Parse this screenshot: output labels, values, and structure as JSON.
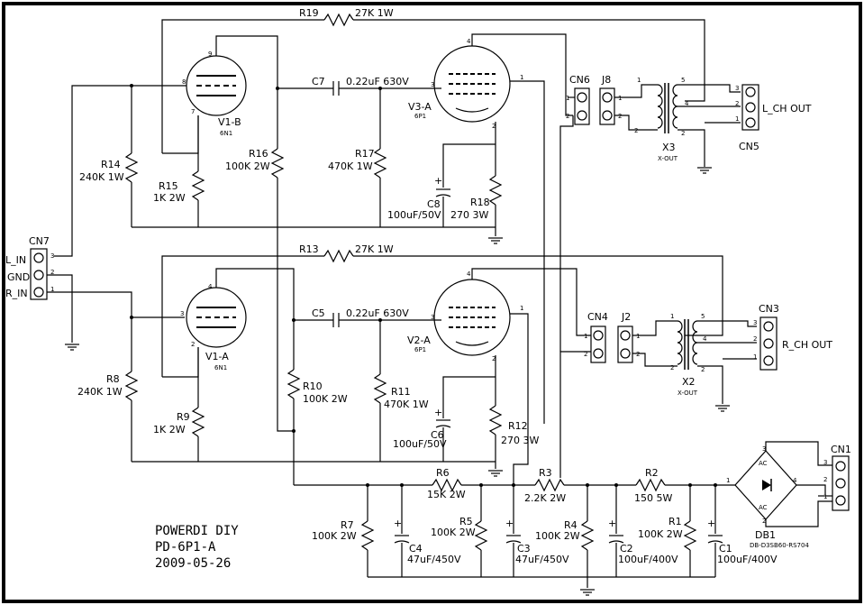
{
  "title_block": {
    "line1": "POWERDI DIY",
    "line2": "PD-6P1-A",
    "line3": "2009-05-26"
  },
  "inputs": {
    "connector": "CN7",
    "l_in": "L_IN",
    "gnd": "GND",
    "r_in": "R_IN",
    "pin3": "3",
    "pin2": "2",
    "pin1": "1"
  },
  "tubes": {
    "v1b": {
      "name": "V1-B",
      "type": "6N1",
      "p9": "9",
      "p8": "8",
      "p7": "7"
    },
    "v1a": {
      "name": "V1-A",
      "type": "6N1",
      "p4": "4",
      "p3": "3",
      "p2": "2"
    },
    "v3a": {
      "name": "V3-A",
      "type": "6P1",
      "p4": "4",
      "p3": "3",
      "p1": "1",
      "p2": "2"
    },
    "v2a": {
      "name": "V2-A",
      "type": "6P1",
      "p4": "4",
      "p3": "3",
      "p1": "1",
      "p2": "2"
    }
  },
  "resistors": {
    "r19": "R19",
    "r19v": "27K  1W",
    "r13": "R13",
    "r13v": "27K  1W",
    "r14": "R14",
    "r14v": "240K 1W",
    "r15": "R15",
    "r15v": "1K  2W",
    "r16": "R16",
    "r16v": "100K 2W",
    "r17": "R17",
    "r17v": "470K  1W",
    "r18": "R18",
    "r18v": "270  3W",
    "r8": "R8",
    "r8v": "240K 1W",
    "r9": "R9",
    "r9v": "1K  2W",
    "r10": "R10",
    "r10v": "100K 2W",
    "r11": "R11",
    "r11v": "470K  1W",
    "r12": "R12",
    "r12v": "270  3W",
    "r6": "R6",
    "r6v": "15K 2W",
    "r3": "R3",
    "r3v": "2.2K 2W",
    "r2": "R2",
    "r2v": "150 5W",
    "r7": "R7",
    "r7v": "100K 2W",
    "r5": "R5",
    "r5v": "100K 2W",
    "r4": "R4",
    "r4v": "100K 2W",
    "r1": "R1",
    "r1v": "100K 2W"
  },
  "capacitors": {
    "c7": "C7",
    "c7v": "0.22uF 630V",
    "c5": "C5",
    "c5v": "0.22uF 630V",
    "c8": "C8",
    "c8v": "100uF/50V",
    "c6": "C6",
    "c6v": "100uF/50V",
    "c4": "C4",
    "c4v": "47uF/450V",
    "c3": "C3",
    "c3v": "47uF/450V",
    "c2": "C2",
    "c2v": "100uF/400V",
    "c1": "C1",
    "c1v": "100uF/400V"
  },
  "connectors": {
    "cn6": "CN6",
    "j8": "J8",
    "cn5": "CN5",
    "l_out": "L_CH OUT",
    "cn4": "CN4",
    "j2": "J2",
    "cn3": "CN3",
    "r_out": "R_CH OUT",
    "cn1": "CN1",
    "one": "1",
    "two": "2",
    "three": "3",
    "four": "4",
    "five": "5"
  },
  "transformers": {
    "x3": "X3",
    "x2": "X2",
    "sub": "X-OUT"
  },
  "rectifier": {
    "name": "DB1",
    "part": "DB-D3SB60-RS704",
    "ac": "AC",
    "plus": "+"
  }
}
